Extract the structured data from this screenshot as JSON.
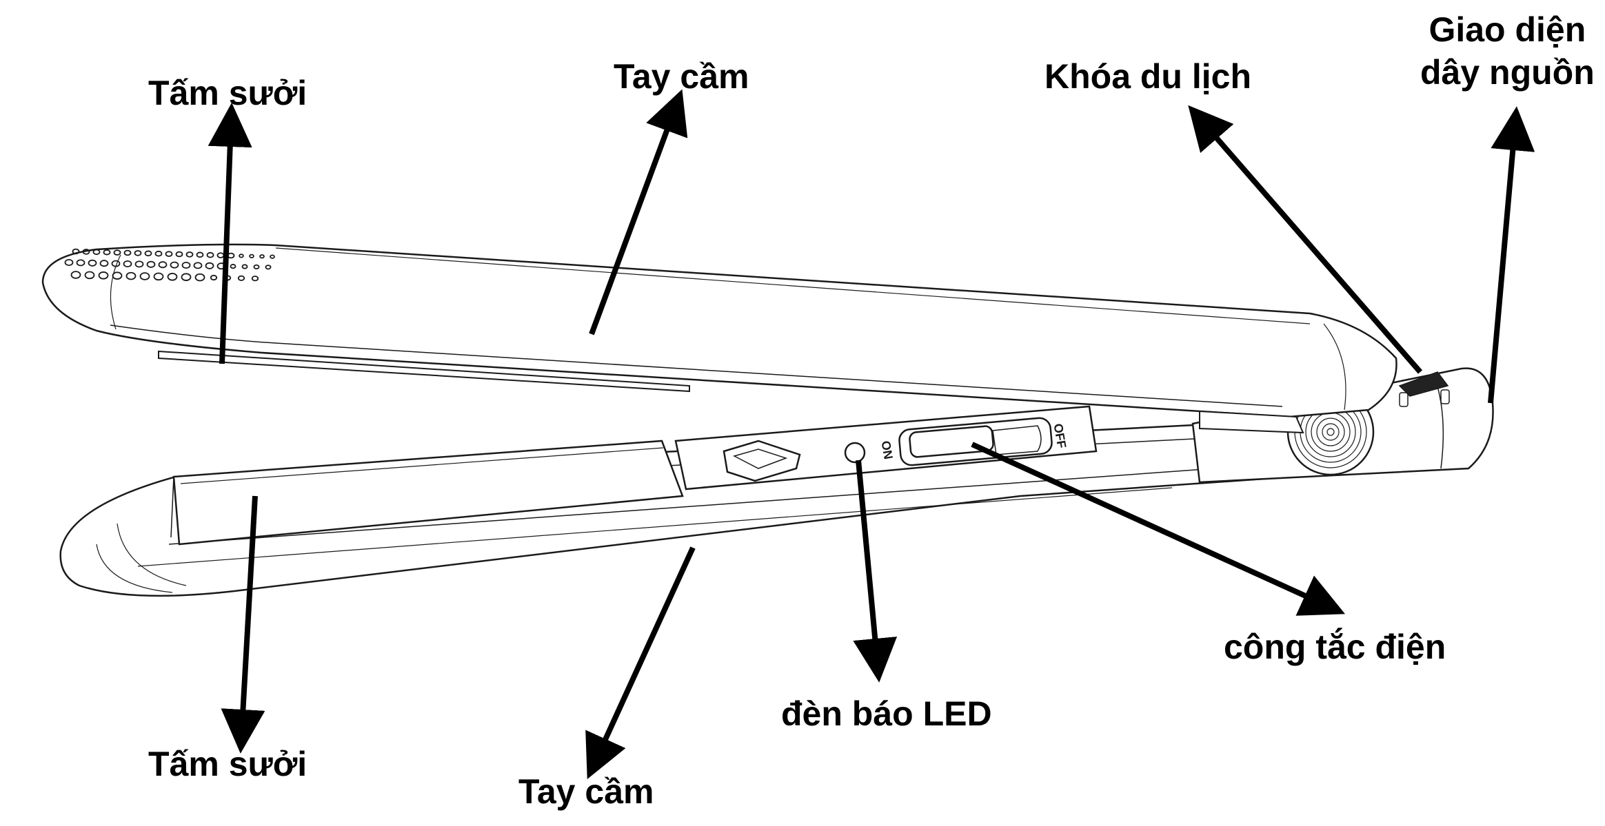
{
  "colors": {
    "line": "#1a1a1a",
    "arrow": "#000000",
    "background": "#ffffff"
  },
  "device": {
    "switch_on": "ON",
    "switch_off": "OFF"
  },
  "labels": {
    "heating_plate_top": "Tấm sưởi",
    "handle_top": "Tay cầm",
    "travel_lock": "Khóa du lịch",
    "power_interface_line1": "Giao diện",
    "power_interface_line2": "dây nguồn",
    "heating_plate_bottom": "Tấm sưởi",
    "handle_bottom": "Tay cầm",
    "led_indicator": "đèn báo LED",
    "power_switch": "công tắc điện"
  }
}
